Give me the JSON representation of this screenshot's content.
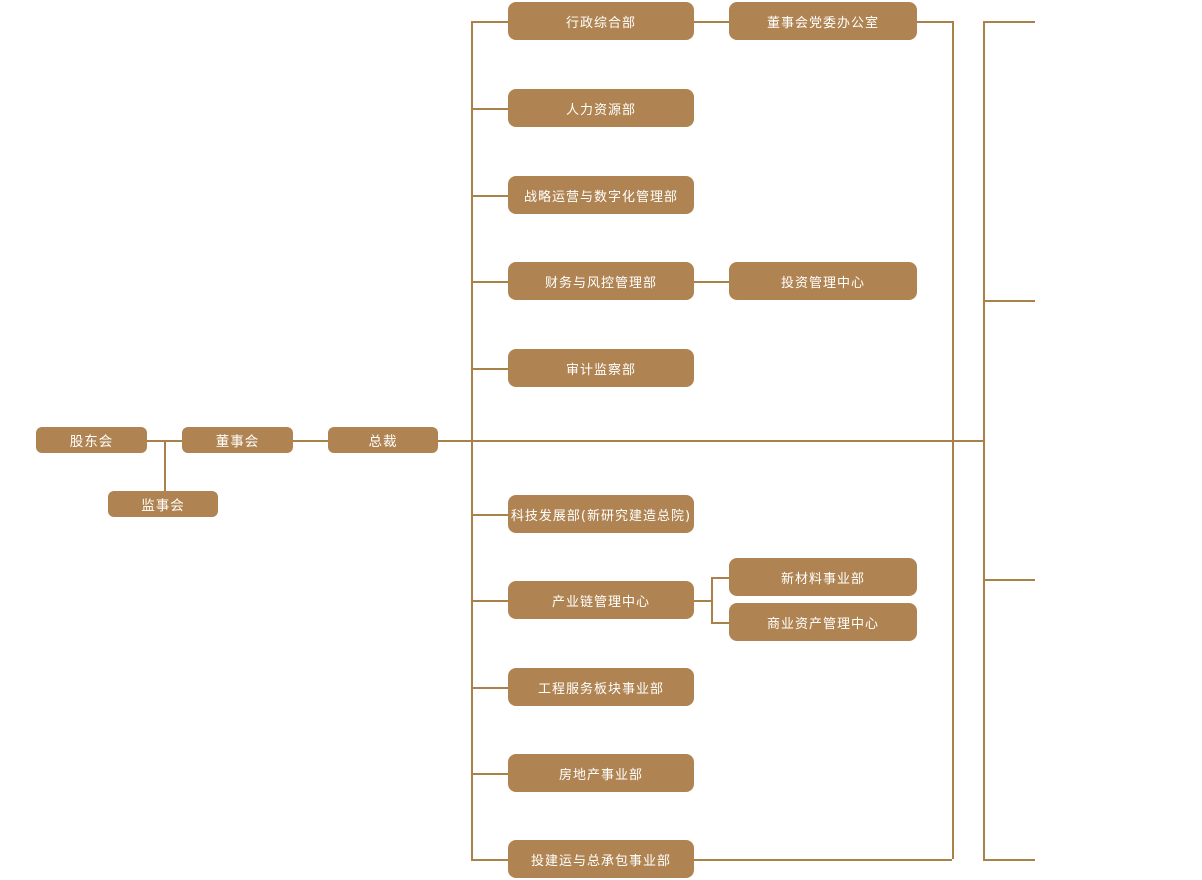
{
  "colors": {
    "background": "#ffffff",
    "node_fill": "#b08452",
    "node_text": "#ffffff",
    "line": "#a9824a"
  },
  "org_chart": {
    "type": "organization-chart",
    "nodes": {
      "shareholders": "股东会",
      "board": "董事会",
      "president": "总裁",
      "supervisory": "监事会",
      "admin": "行政综合部",
      "party_office": "董事会党委办公室",
      "hr": "人力资源部",
      "strategy": "战略运营与数字化管理部",
      "finance": "财务与风控管理部",
      "investment": "投资管理中心",
      "audit": "审计监察部",
      "tech": "科技发展部(新研究建造总院)",
      "industry_chain": "产业链管理中心",
      "new_materials": "新材料事业部",
      "commercial_assets": "商业资产管理中心",
      "engineering": "工程服务板块事业部",
      "real_estate": "房地产事业部",
      "epc": "投建运与总承包事业部"
    },
    "hierarchy": {
      "shareholders": [
        "supervisory",
        "board"
      ],
      "board": [
        "president"
      ],
      "president": [
        "admin",
        "hr",
        "strategy",
        "finance",
        "audit",
        "tech",
        "industry_chain",
        "engineering",
        "real_estate",
        "epc"
      ],
      "admin": [
        "party_office"
      ],
      "finance": [
        "investment"
      ],
      "industry_chain": [
        "new_materials",
        "commercial_assets"
      ]
    }
  }
}
